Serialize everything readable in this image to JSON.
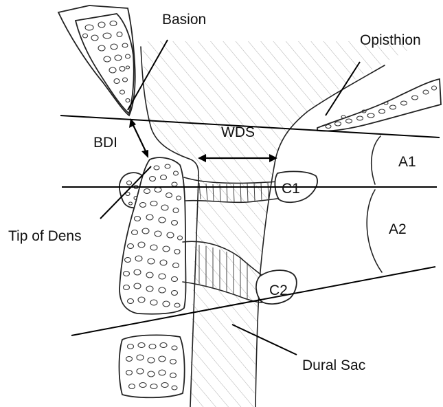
{
  "labels": {
    "basion": "Basion",
    "opisthion": "Opisthion",
    "bdi": "BDI",
    "wds": "WDS",
    "a1": "A1",
    "a2": "A2",
    "c1": "C1",
    "c2": "C2",
    "tip_of_dens": "Tip of Dens",
    "dural_sac": "Dural Sac"
  },
  "colors": {
    "ink": "#222222",
    "hatch": "#9a9a9a",
    "background": "#ffffff"
  }
}
